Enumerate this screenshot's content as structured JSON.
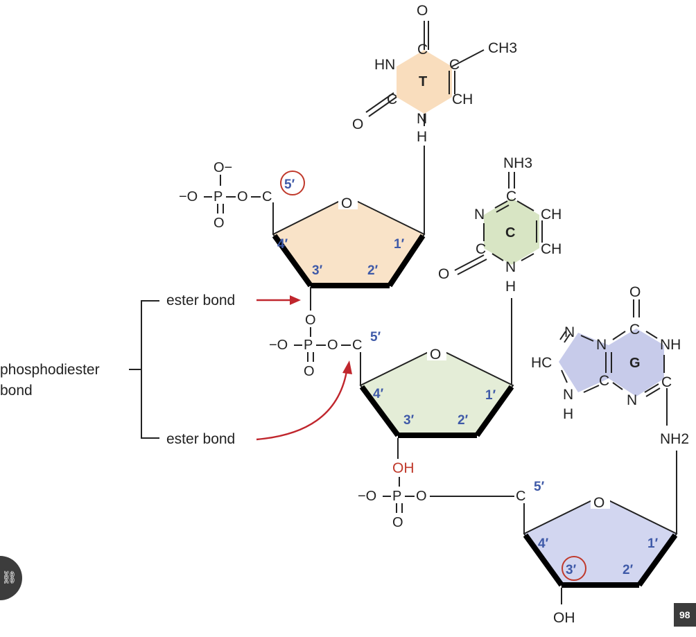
{
  "labels": {
    "ester_bond_top": "ester bond",
    "ester_bond_bottom": "ester bond",
    "phosphodiester_line1": "phosphodiester",
    "phosphodiester_line2": "bond"
  },
  "bases": {
    "thymine": {
      "letter": "T",
      "fill": "#f9ddbd",
      "methyl": "CH3",
      "carbonyl_o": "O",
      "hn": "HN",
      "ch": "CH",
      "n": "N",
      "h": "H",
      "c": "C"
    },
    "cytosine": {
      "letter": "C",
      "fill": "#d8e5c4",
      "amino": "NH3",
      "n": "N",
      "ch": "CH",
      "h": "H",
      "c": "C",
      "o": "O"
    },
    "guanine": {
      "letter": "G",
      "fill": "#c7cbea",
      "o": "O",
      "nh": "NH",
      "hc": "HC",
      "n": "N",
      "h": "H",
      "c": "C",
      "amino": "NH2"
    }
  },
  "sugars": {
    "top": {
      "fill": "#f9e3c8",
      "ring_o": "O",
      "c1": "1′",
      "c2": "2′",
      "c3": "3′",
      "c4": "4′",
      "c5": "5′"
    },
    "middle": {
      "fill": "#e4edd7",
      "ring_o": "O",
      "c1": "1′",
      "c2": "2′",
      "c3": "3′",
      "c4": "4′",
      "c5": "5′"
    },
    "bottom": {
      "fill": "#d2d6f0",
      "ring_o": "O",
      "c1": "1′",
      "c2": "2′",
      "c3": "3′",
      "c4": "4′",
      "c5": "5′",
      "oh": "OH"
    }
  },
  "phosphates": {
    "top": {
      "neg_o_top": "O−",
      "neg_o_left": "−O",
      "p": "P",
      "o_bridge": "O",
      "c": "C",
      "o_bottom": "O"
    },
    "middle": {
      "o_top": "O",
      "neg_o_left": "−O",
      "p": "P",
      "o_bridge": "O",
      "c": "C",
      "o_bottom": "O"
    },
    "bottom": {
      "oh": "OH",
      "neg_o_left": "−O",
      "p": "P",
      "o_bridge": "O",
      "c": "C",
      "o_bottom": "O"
    }
  },
  "colors": {
    "carbon_number": "#3f5aa8",
    "arrow": "#c0262d",
    "highlight_circle": "#c0392b",
    "hydroxyl_red": "#c0392b"
  },
  "overlay": {
    "corner_icon": "link-icon",
    "page_badge": "98"
  }
}
